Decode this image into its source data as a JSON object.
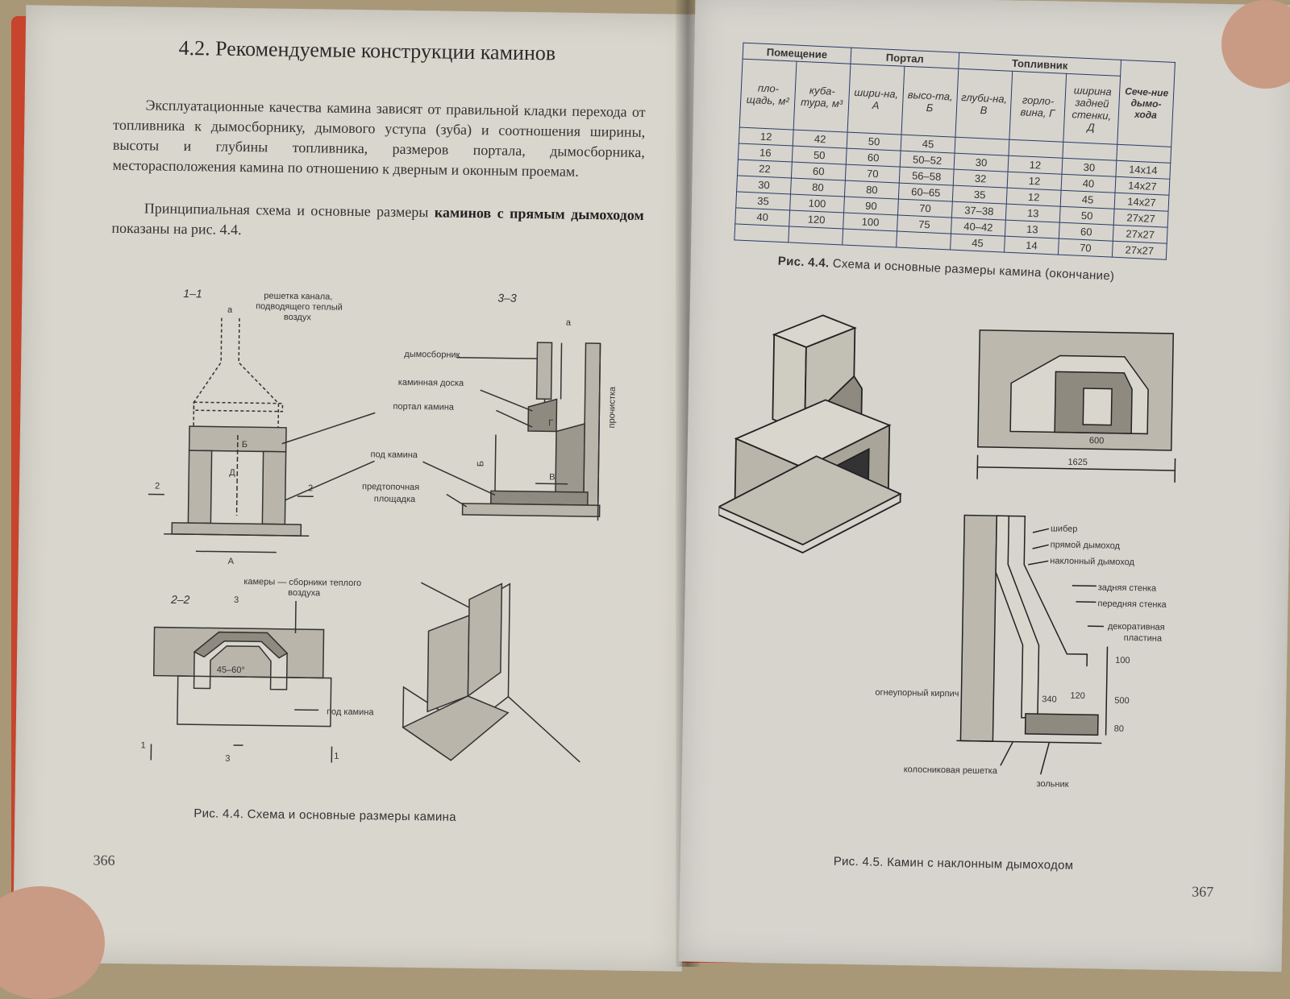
{
  "left_page": {
    "heading": "4.2. Рекомендуемые конструкции каминов",
    "paragraph1": "Эксплуатационные качества камина зависят от правильной кладки перехода от топливника к дымосборнику, дымового уступа (зуба) и соотношения ширины, высоты и глубины топливника, размеров портала, дымосборника, месторасположения камина по отношению к дверным и оконным проемам.",
    "paragraph2_start": "Принципиальная схема и основные размеры ",
    "paragraph2_bold": "каминов с прямым дымоходом",
    "paragraph2_end": " показаны на рис. 4.4.",
    "figure": {
      "section_1_1": "1–1",
      "section_3_3": "3–3",
      "section_2_2": "2–2",
      "label_grate": "решетка канала, подводящего теплый воздух",
      "label_smoke_collector": "дымосборник",
      "label_mantel": "каминная доска",
      "label_portal": "портал камина",
      "label_hearth": "под камина",
      "label_pre_firebox": "предтопочная площадка",
      "label_cleanout": "прочистка",
      "label_chambers": "камеры — сборники теплого воздуха",
      "label_hearth2": "под камина",
      "label_angle": "45–60°",
      "dim_a": "а",
      "dim_A": "А",
      "dim_B": "Б",
      "dim_V": "В",
      "dim_G": "Г",
      "dim_D": "Д",
      "mark_2": "2",
      "mark_1": "1",
      "mark_3": "3"
    },
    "caption": "Рис. 4.4. Схема и основные размеры камина",
    "page_number": "366"
  },
  "right_page": {
    "table": {
      "groups": [
        "Помещение",
        "Портал",
        "Топливник"
      ],
      "columns": [
        "пло-щадь, м²",
        "куба-тура, м³",
        "шири-на, А",
        "высо-та, Б",
        "глуби-на, В",
        "горло-вина, Г",
        "ширина задней стенки, Д",
        "Сече-ние дымо-хода"
      ],
      "rows": [
        [
          "12",
          "42",
          "50",
          "45",
          "",
          "",
          "",
          ""
        ],
        [
          "16",
          "50",
          "60",
          "50–52",
          "30",
          "12",
          "30",
          "14x14"
        ],
        [
          "22",
          "60",
          "70",
          "56–58",
          "32",
          "12",
          "40",
          "14x27"
        ],
        [
          "30",
          "80",
          "80",
          "60–65",
          "35",
          "12",
          "45",
          "14x27"
        ],
        [
          "35",
          "100",
          "90",
          "70",
          "37–38",
          "13",
          "50",
          "27x27"
        ],
        [
          "40",
          "120",
          "100",
          "75",
          "40–42",
          "13",
          "60",
          "27x27"
        ],
        [
          "",
          "",
          "",
          "",
          "45",
          "14",
          "70",
          "27x27"
        ]
      ]
    },
    "table_caption_bold": "Рис. 4.4.",
    "table_caption_rest": " Схема и основные размеры камина (окончание)",
    "figure": {
      "label_damper": "шибер",
      "label_straight_flue": "прямой дымоход",
      "label_inclined_flue": "наклонный дымоход",
      "label_back_wall": "задняя стенка",
      "label_front_wall": "передняя стенка",
      "label_deco_plate": "декоративная пластина",
      "label_firebrick": "огнеупорный кирпич",
      "label_grate": "колосниковая решетка",
      "label_ash": "зольник",
      "dim_600": "600",
      "dim_1625": "1625",
      "dim_340": "340",
      "dim_120": "120",
      "dim_100": "100",
      "dim_500": "500",
      "dim_80": "80"
    },
    "caption": "Рис. 4.5. Камин с наклонным дымоходом",
    "page_number": "367"
  }
}
